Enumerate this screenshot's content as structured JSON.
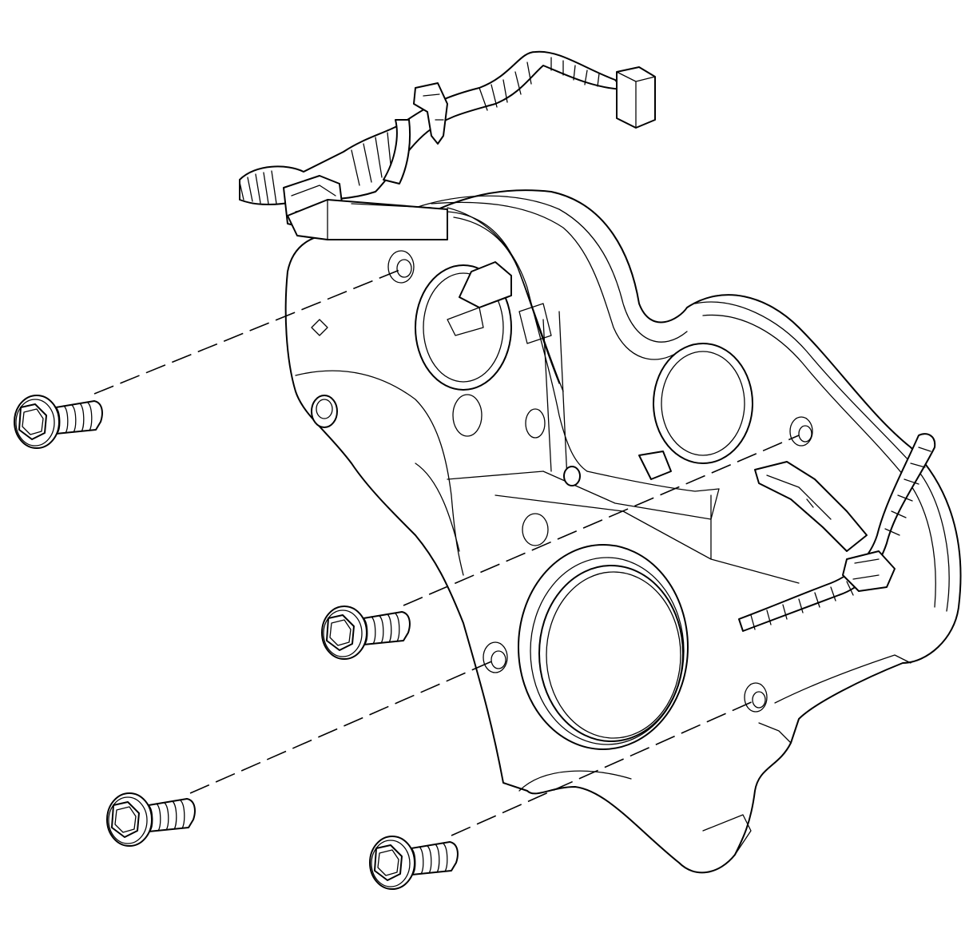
{
  "diagram": {
    "parts": [
      {
        "name": "timing-belt-cover"
      },
      {
        "name": "wiring-harness"
      },
      {
        "name": "harness-connector"
      },
      {
        "name": "cover-bolt"
      }
    ],
    "bolt_count": 4,
    "colors": {
      "line": "#000000",
      "background": "#ffffff"
    }
  }
}
